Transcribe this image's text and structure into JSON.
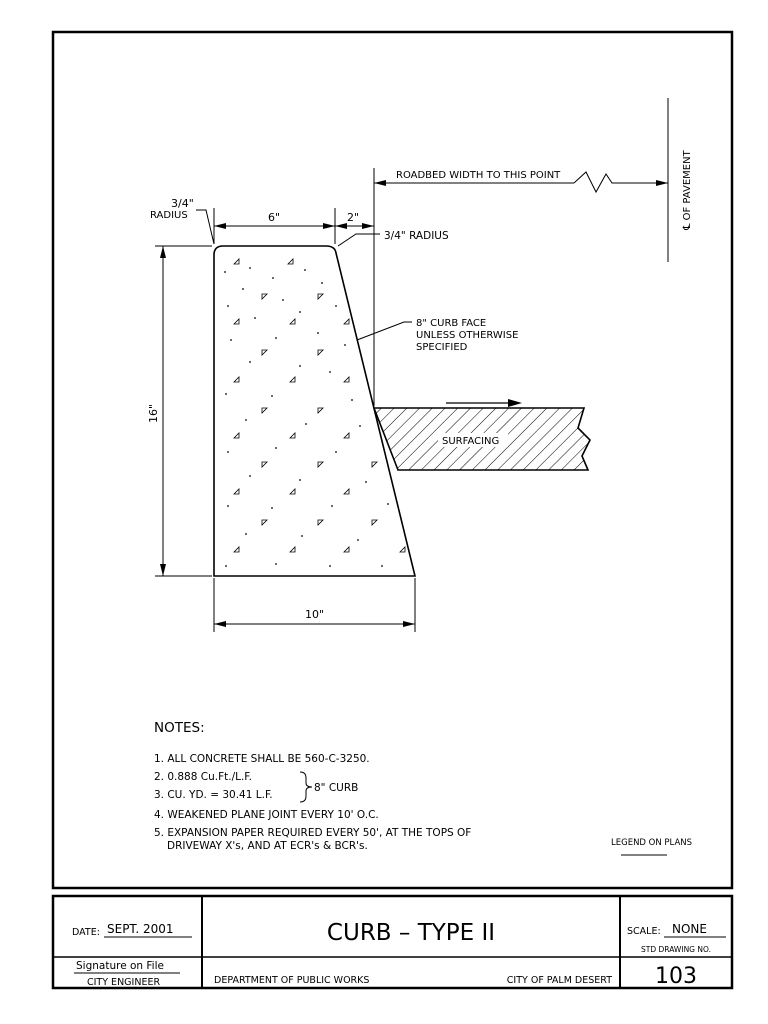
{
  "drawing": {
    "labels": {
      "radius_left_num": "3/4\"",
      "radius_left_word": "RADIUS",
      "top_width": "6\"",
      "offset": "2\"",
      "radius_right": "3/4\" RADIUS",
      "roadbed": "ROADBED WIDTH TO THIS POINT",
      "centerline": "℄ OF PAVEMENT",
      "curb_face_1": "8\" CURB FACE",
      "curb_face_2": "UNLESS OTHERWISE",
      "curb_face_3": "SPECIFIED",
      "height": "16\"",
      "surfacing": "SURFACING",
      "base_width": "10\""
    }
  },
  "notes": {
    "heading": "NOTES:",
    "items": [
      "1.  ALL CONCRETE SHALL BE 560-C-3250.",
      "2.  0.888 Cu.Ft./L.F.",
      "3.  CU. YD. = 30.41 L.F.",
      "4.  WEAKENED PLANE JOINT EVERY 10' O.C.",
      "5.  EXPANSION PAPER REQUIRED EVERY 50', AT THE TOPS OF",
      "DRIVEWAY X's, AND AT ECR's & BCR's."
    ],
    "brace_label": "8\" CURB",
    "legend": "LEGEND ON PLANS"
  },
  "title_block": {
    "date_label": "DATE:",
    "date_value": "SEPT. 2001",
    "signature": "Signature on File",
    "engineer": "CITY ENGINEER",
    "title": "CURB  –  TYPE  II",
    "department": "DEPARTMENT OF PUBLIC WORKS",
    "city": "CITY OF PALM DESERT",
    "scale_label": "SCALE:",
    "scale_value": "NONE",
    "drawing_no_label": "STD DRAWING NO.",
    "drawing_no": "103"
  }
}
